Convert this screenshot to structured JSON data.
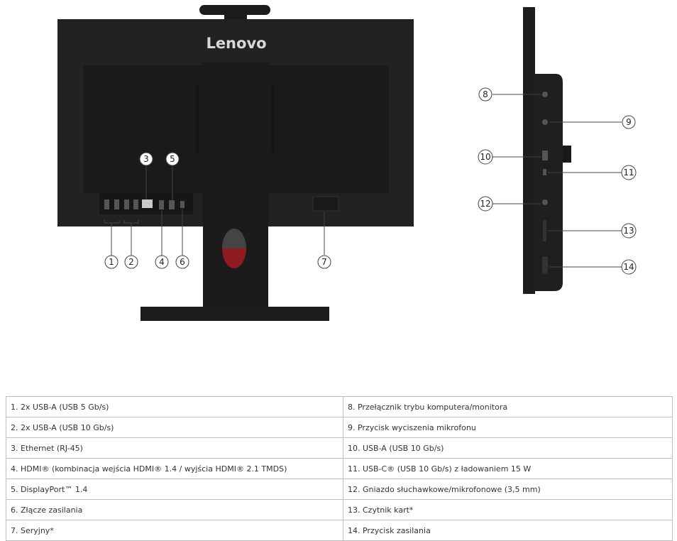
{
  "brand": {
    "logo_text": "Lenovo"
  },
  "colors": {
    "chassis": "#1f1f1f",
    "stand_cutout_accent": "#9c1b20",
    "callout_line": "#444444"
  },
  "rear_view": {
    "callouts": [
      "1",
      "2",
      "3",
      "4",
      "5",
      "6",
      "7"
    ]
  },
  "side_view": {
    "callouts": [
      "8",
      "9",
      "10",
      "11",
      "12",
      "13",
      "14"
    ]
  },
  "spec_table": {
    "rows": [
      {
        "left": "1.  2x USB-A (USB 5 Gb/s)",
        "right": "8.  Przełącznik trybu komputera/monitora"
      },
      {
        "left": "2.  2x USB-A (USB 10 Gb/s)",
        "right": "9.  Przycisk wyciszenia mikrofonu"
      },
      {
        "left": "3.  Ethernet (RJ-45)",
        "right": "10. USB-A (USB 10 Gb/s)"
      },
      {
        "left": "4.  HDMI® (kombinacja wejścia HDMI® 1.4 / wyjścia HDMI® 2.1 TMDS)",
        "right": "11.  USB-C® (USB 10 Gb/s) z ładowaniem 15 W"
      },
      {
        "left": "5.  DisplayPort™ 1.4",
        "right": "12. Gniazdo słuchawkowe/mikrofonowe (3,5 mm)"
      },
      {
        "left": "6.  Złącze zasilania",
        "right": "13. Czytnik kart*"
      },
      {
        "left": "7.  Seryjny*",
        "right": "14. Przycisk zasilania"
      }
    ]
  }
}
